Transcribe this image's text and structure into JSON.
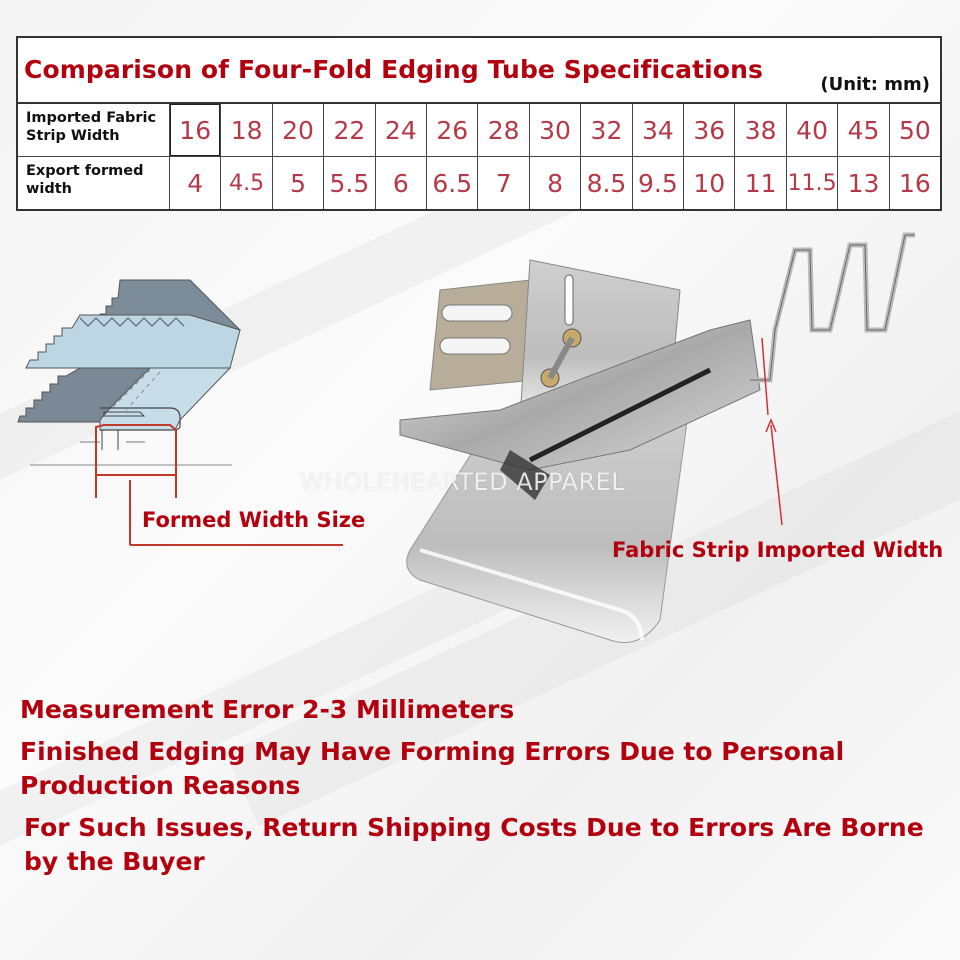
{
  "table": {
    "title": "Comparison of Four-Fold Edging Tube Specifications",
    "unit": "(Unit: mm)",
    "rows": [
      {
        "label_line1": "Imported Fabric",
        "label_line2": "Strip Width",
        "values": [
          "16",
          "18",
          "20",
          "22",
          "24",
          "26",
          "28",
          "30",
          "32",
          "34",
          "36",
          "38",
          "40",
          "45",
          "50"
        ]
      },
      {
        "label_line1": "Export formed",
        "label_line2": "width",
        "values": [
          "4",
          "4.5",
          "5",
          "5.5",
          "6",
          "6.5",
          "7",
          "8",
          "8.5",
          "9.5",
          "10",
          "11",
          "11.5",
          "13",
          "16"
        ]
      }
    ]
  },
  "diagram": {
    "formed_width_label": "Formed Width Size",
    "imported_width_label": "Fabric Strip Imported Width",
    "watermark": "WHOLEHEARTED APPAREL"
  },
  "notes": [
    "Measurement Error 2-3 Millimeters",
    "Finished Edging May Have Forming Errors Due to Personal Production Reasons",
    "For Such Issues, Return Shipping Costs Due to Errors Are Borne by the Buyer"
  ],
  "colors": {
    "accent_red": "#b3000f",
    "cell_value_red": "#b53a48",
    "border": "#333333"
  }
}
